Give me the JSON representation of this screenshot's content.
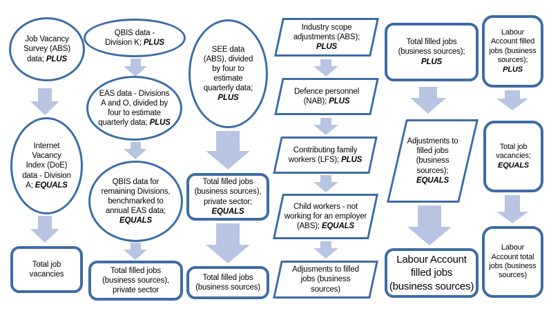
{
  "palette": {
    "line": "#3c6ca6",
    "arrow": "#b7c5e2",
    "background": "#ffffff",
    "text": "#000000"
  },
  "columns": [
    {
      "id": "job-vacancies",
      "nodes": [
        {
          "shape": "ellipse",
          "text": "Job Vacancy Survey (ABS) data;",
          "keyword": "PLUS"
        },
        {
          "shape": "ellipse",
          "text": "Internet Vacancy Index (DoE) data - Division A;",
          "keyword": "EQUALS"
        },
        {
          "shape": "rounded-rectangle",
          "text": "Total job vacancies",
          "keyword": ""
        }
      ]
    },
    {
      "id": "qbis-eas",
      "nodes": [
        {
          "shape": "ellipse",
          "text": "QBIS data - Division K;",
          "keyword": "PLUS"
        },
        {
          "shape": "ellipse",
          "text": "EAS data - Divisions A and O, divided by four to estimate quarterly data;",
          "keyword": "PLUS"
        },
        {
          "shape": "ellipse",
          "text": "QBIS data for remaining Divisions, benchmarked to annual EAS data;",
          "keyword": "EQUALS"
        },
        {
          "shape": "rounded-rectangle",
          "text": "Total filled jobs (business sources), private sector",
          "keyword": ""
        }
      ]
    },
    {
      "id": "see-private-sector",
      "nodes": [
        {
          "shape": "ellipse",
          "text": "SEE data (ABS), divided by four to estimate quarterly data;",
          "keyword": "PLUS"
        },
        {
          "shape": "rounded-rectangle",
          "text": "Total filled jobs (business sources), private sector;",
          "keyword": "EQUALS"
        },
        {
          "shape": "rounded-rectangle",
          "text": "Total filled jobs (business sources)",
          "keyword": ""
        }
      ]
    },
    {
      "id": "scope-adjustments",
      "nodes": [
        {
          "shape": "parallelogram",
          "text": "Industry scope adjustments (ABS);",
          "keyword": "PLUS"
        },
        {
          "shape": "parallelogram",
          "text": "Defence personnel (NAB);",
          "keyword": "PLUS"
        },
        {
          "shape": "parallelogram",
          "text": "Contributing family workers (LFS);",
          "keyword": "PLUS"
        },
        {
          "shape": "parallelogram",
          "text": "Child workers - not working for an employer (ABS);",
          "keyword": "EQUALS"
        },
        {
          "shape": "parallelogram",
          "text": "Adjusments to filled jobs (business sources)",
          "keyword": ""
        }
      ]
    },
    {
      "id": "labour-account-filled",
      "nodes": [
        {
          "shape": "rounded-rectangle",
          "text": "Total filled jobs (business sources);",
          "keyword": "PLUS"
        },
        {
          "shape": "parallelogram",
          "text": "Adjustments to filled jobs (business sources);",
          "keyword": "EQUALS"
        },
        {
          "shape": "rounded-rectangle",
          "text": "Labour Account filled jobs (business sources)",
          "keyword": ""
        }
      ]
    },
    {
      "id": "labour-account-total",
      "nodes": [
        {
          "shape": "rounded-rectangle",
          "text": "Labour Account filled jobs (business sources);",
          "keyword": "PLUS"
        },
        {
          "shape": "rounded-rectangle",
          "text": "Total job vacancies;",
          "keyword": "EQUALS"
        },
        {
          "shape": "rounded-rectangle",
          "text": "Labour Account total jobs (business sources)",
          "keyword": ""
        }
      ]
    }
  ]
}
